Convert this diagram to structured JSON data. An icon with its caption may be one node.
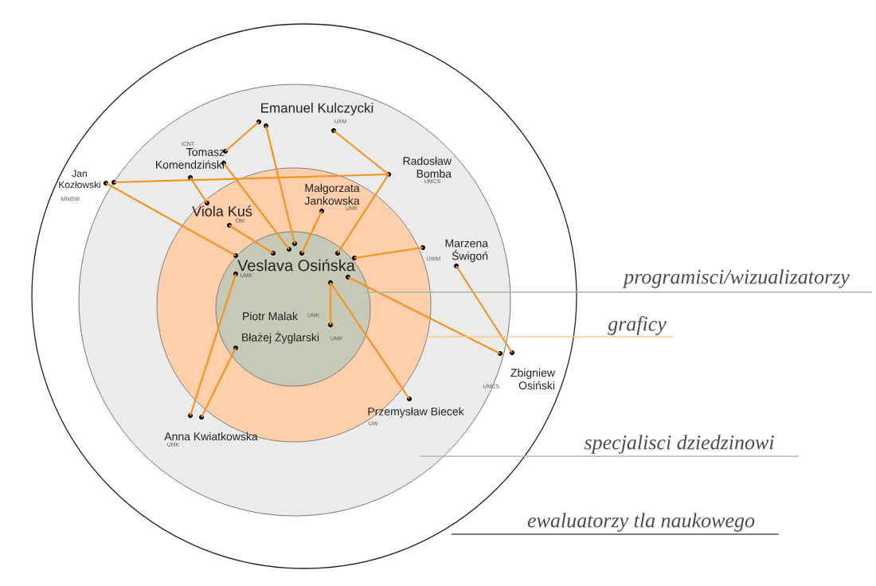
{
  "diagram": {
    "nodes": [
      {
        "text": [],
        "shape": "circle"
      },
      {
        "text": [],
        "shape": "circle",
        "in": 0
      },
      {
        "text": [],
        "shape": "circle",
        "in": 1
      },
      {
        "text": [],
        "shape": "circle",
        "in": 2
      },
      {
        "text": [
          "Emanuel Kulczycki"
        ],
        "in": 1
      },
      {
        "text": [
          "Tomasz Komendziński"
        ],
        "in": 1
      },
      {
        "text": [
          "Jan Kozłowski"
        ],
        "in": 0
      },
      {
        "text": [
          "Radosław Bomba"
        ],
        "in": 1
      },
      {
        "text": [
          "Małgorzata Jankowska"
        ],
        "in": 2
      },
      {
        "text": [
          "Viola Kuś"
        ],
        "in": 2
      },
      {
        "text": [
          "Veslava Osińska"
        ],
        "in": 3
      },
      {
        "text": [
          "Marzena Świgoń"
        ],
        "in": 1
      },
      {
        "text": [
          "Piotr  Malak"
        ],
        "in": 3
      },
      {
        "text": [
          "Błażej Żyglarski"
        ],
        "in": 3
      },
      {
        "text": [
          "Zbigniew Osiński"
        ],
        "in": 0
      },
      {
        "text": [
          "Przemysław Biecek"
        ],
        "in": 1
      },
      {
        "text": [
          "Anna Kwiatkowska"
        ],
        "in": 1
      },
      {
        "text": [
          "programisci/wizualizatorzy"
        ]
      },
      {
        "text": [
          "graficy"
        ]
      },
      {
        "text": [
          "specjalisci dziedzinowi"
        ]
      },
      {
        "text": [
          "ewaluatorzy tla naukowego"
        ]
      }
    ],
    "edges": [
      {
        "from": 4,
        "to": 5,
        "arrow": "none"
      },
      {
        "from": 4,
        "to": 10,
        "arrow": "none"
      },
      {
        "from": 4,
        "to": 7,
        "arrow": "none"
      },
      {
        "from": 5,
        "to": 10,
        "arrow": "none"
      },
      {
        "from": 5,
        "to": 9,
        "arrow": "none"
      },
      {
        "from": 6,
        "to": 10,
        "arrow": "none"
      },
      {
        "from": 6,
        "to": 7,
        "arrow": "none"
      },
      {
        "from": 9,
        "to": 10,
        "arrow": "none"
      },
      {
        "from": 8,
        "to": 10,
        "arrow": "none"
      },
      {
        "from": 7,
        "to": 10,
        "arrow": "none"
      },
      {
        "from": 11,
        "to": 10,
        "arrow": "none"
      },
      {
        "from": 11,
        "to": 14,
        "arrow": "none"
      },
      {
        "from": 10,
        "to": 14,
        "arrow": "none"
      },
      {
        "from": 10,
        "to": 12,
        "arrow": "none"
      },
      {
        "from": 10,
        "to": 15,
        "arrow": "none"
      },
      {
        "from": 10,
        "to": 16,
        "arrow": "none"
      },
      {
        "from": 13,
        "to": 16,
        "arrow": "none"
      },
      {
        "from": 17,
        "to": 3,
        "arrow": "none",
        "color": "#9dbf9d"
      },
      {
        "from": 18,
        "to": 2,
        "arrow": "none",
        "color": "#f5c98a"
      },
      {
        "from": 19,
        "to": 1,
        "arrow": "none",
        "color": "#b4b4b4"
      },
      {
        "from": 20,
        "to": 0,
        "arrow": "none",
        "color": "#555555"
      }
    ],
    "labels": [
      "UAM",
      "ICNT",
      "UMCS",
      "MNiSW",
      "UMK",
      "OM",
      "UWM",
      "UMK",
      "UMK",
      "UMK",
      "UMCS",
      "UW",
      "UMK"
    ]
  }
}
